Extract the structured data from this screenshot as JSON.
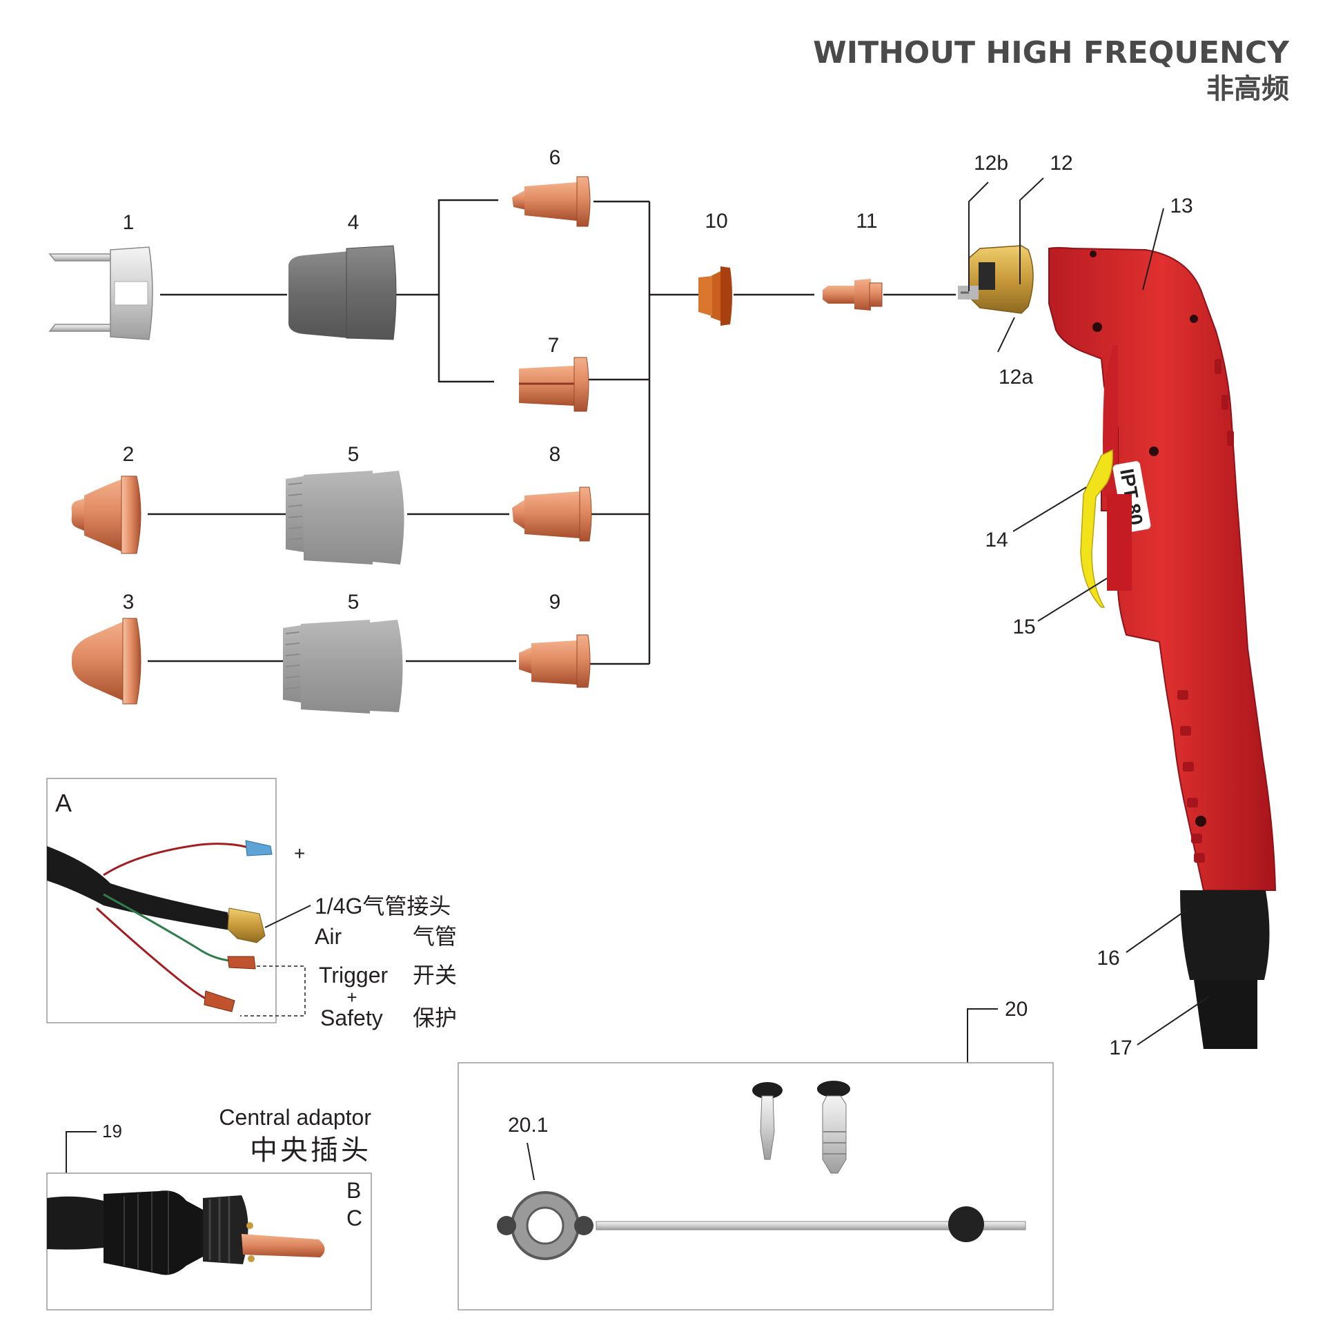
{
  "title": {
    "en": "WITHOUT HIGH FREQUENCY",
    "zh": "非高频"
  },
  "torch_model": "IPT-80",
  "part_labels": {
    "p1": "1",
    "p2": "2",
    "p3": "3",
    "p4": "4",
    "p5a": "5",
    "p5b": "5",
    "p6": "6",
    "p7": "7",
    "p8": "8",
    "p9": "9",
    "p10": "10",
    "p11": "11",
    "p12": "12",
    "p12a": "12a",
    "p12b": "12b",
    "p13": "13",
    "p14": "14",
    "p15": "15",
    "p16": "16",
    "p17": "17",
    "p19": "19",
    "p20": "20",
    "p20_1": "20.1"
  },
  "panel_a": {
    "letter": "A",
    "plus": "+",
    "fitting_label": "1/4G气管接头",
    "air_en": "Air",
    "air_zh": "气管",
    "trigger_en": "Trigger",
    "trigger_plus": "+",
    "safety_en": "Safety",
    "trigger_zh": "开关",
    "safety_zh": "保护"
  },
  "panel_bc": {
    "title_en": "Central adaptor",
    "title_zh": "中央插头",
    "letter_b": "B",
    "letter_c": "C"
  },
  "colors": {
    "copper": "#d9825b",
    "copper_dark": "#b25a36",
    "ceramic": "#6f6f6f",
    "ceramic_light": "#a9a9a9",
    "torch_red": "#d7262b",
    "trigger_yellow": "#f2e21a",
    "brass": "#c89a3a",
    "cable_black": "#1a1a1a"
  }
}
